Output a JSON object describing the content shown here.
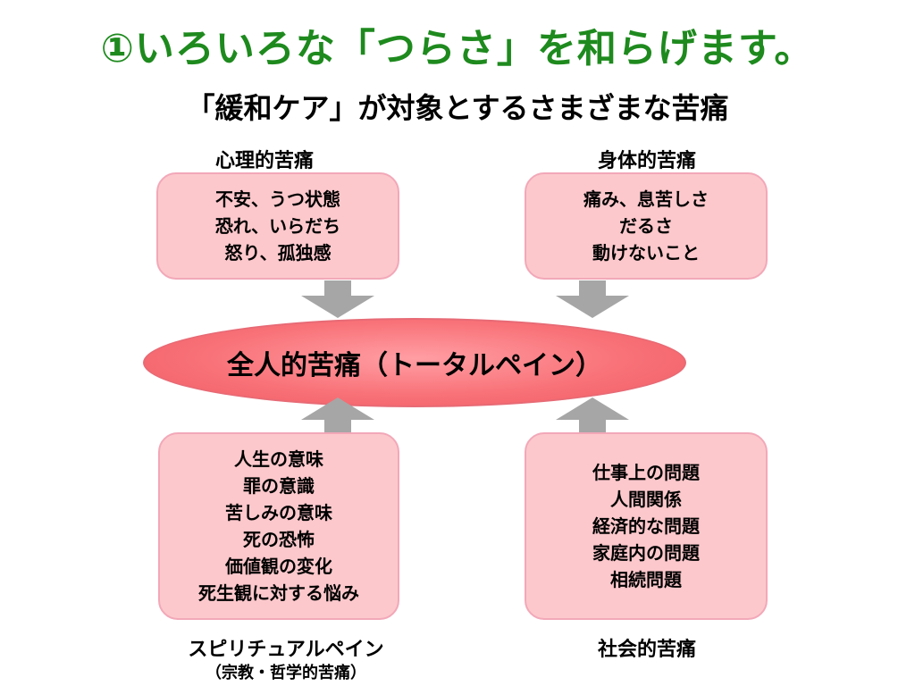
{
  "header": {
    "title": "①いろいろな「つらさ」を和らげます。",
    "subtitle": "「緩和ケア」が対象とするさまざまな苦痛"
  },
  "center": {
    "label": "全人的苦痛（トータルペイン）"
  },
  "categories": {
    "psychological": {
      "label": "心理的苦痛",
      "items": [
        "不安、うつ状態",
        "恐れ、いらだち",
        "怒り、孤独感"
      ]
    },
    "physical": {
      "label": "身体的苦痛",
      "items": [
        "痛み、息苦しさ",
        "だるさ",
        "動けないこと"
      ]
    },
    "spiritual": {
      "label": "スピリチュアルペイン",
      "note": "（宗教・哲学的苦痛）",
      "items": [
        "人生の意味",
        "罪の意識",
        "苦しみの意味",
        "死の恐怖",
        "価値観の変化",
        "死生観に対する悩み"
      ]
    },
    "social": {
      "label": "社会的苦痛",
      "items": [
        "仕事上の問題",
        "人間関係",
        "経済的な問題",
        "家庭内の問題",
        "相続問題"
      ]
    }
  },
  "colors": {
    "title": "#1e8a1e",
    "box_fill": "#fcc8cc",
    "box_border": "#f2a8b8",
    "ellipse_fill": "#f87278",
    "arrow": "#a6a6a6"
  }
}
